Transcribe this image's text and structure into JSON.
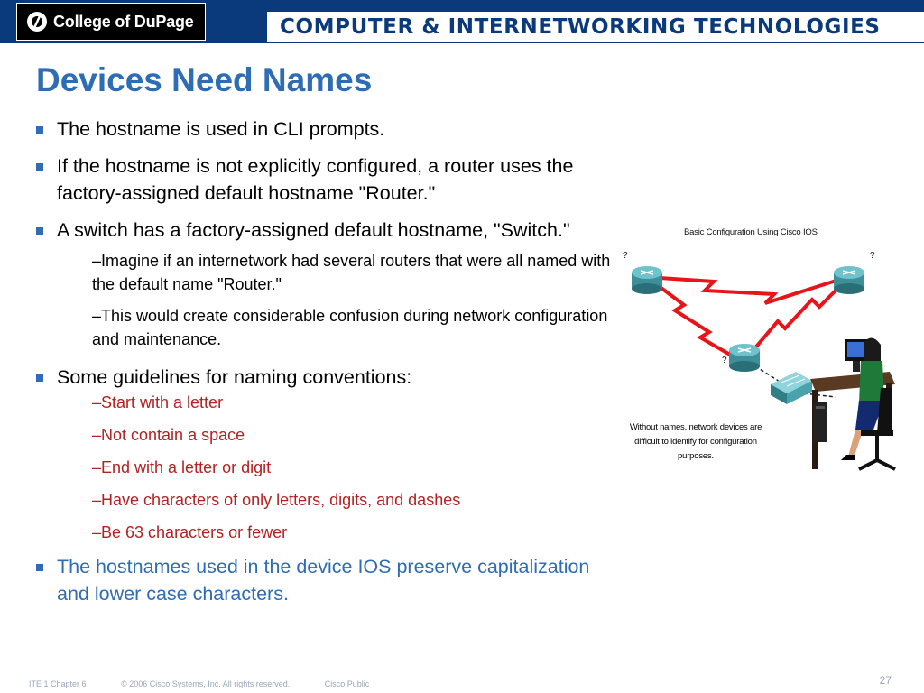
{
  "header": {
    "logo_text": "College of DuPage",
    "banner_title": "COMPUTER & INTERNETWORKING TECHNOLOGIES"
  },
  "slide": {
    "title": "Devices Need Names",
    "bullets": [
      "The hostname is used in CLI prompts.",
      "If the hostname is not explicitly configured, a router uses the factory-assigned default hostname \"Router.\"",
      "A switch has a factory-assigned default hostname, \"Switch.\"",
      "Some guidelines for naming conventions:",
      "The hostnames used in the device IOS preserve capitalization and lower case characters."
    ],
    "switch_subpoints": [
      "–Imagine if an internetwork had several routers that were all named with the default name \"Router.\"",
      "–This would create considerable confusion during network configuration and maintenance."
    ],
    "guidelines": [
      "–Start with a letter",
      "–Not contain a space",
      "–End with a letter or digit",
      "–Have characters of only letters, digits, and dashes",
      "–Be 63 characters or fewer"
    ]
  },
  "diagram": {
    "title": "Basic Configuration Using Cisco IOS",
    "unknown_mark": "?",
    "caption": "Without names, network devices are difficult to identify for configuration purposes."
  },
  "footer": {
    "chapter": "ITE 1 Chapter 6",
    "copyright": "© 2006 Cisco Systems, Inc. All rights reserved.",
    "classification": "Cisco Public",
    "page_number": "27"
  },
  "colors": {
    "header_blue": "#0a3a7c",
    "title_blue": "#2e6db4",
    "guideline_red": "#b22222"
  }
}
